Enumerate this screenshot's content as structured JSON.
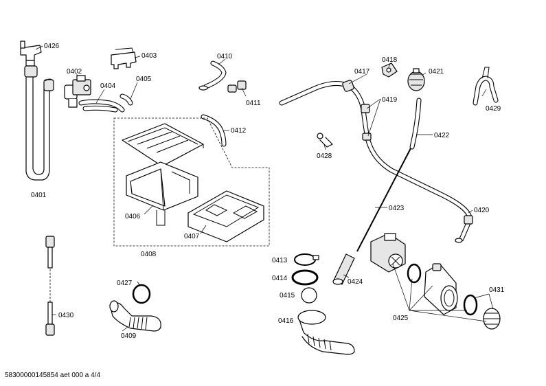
{
  "labels": {
    "p0401": "0401",
    "p0402": "0402",
    "p0403": "0403",
    "p0404": "0404",
    "p0405": "0405",
    "p0406": "0406",
    "p0407": "0407",
    "p0408": "0408",
    "p0409": "0409",
    "p0410": "0410",
    "p0411": "0411",
    "p0412": "0412",
    "p0413": "0413",
    "p0414": "0414",
    "p0415": "0415",
    "p0416": "0416",
    "p0417": "0417",
    "p0418": "0418",
    "p0419": "0419",
    "p0420": "0420",
    "p0421": "0421",
    "p0422": "0422",
    "p0423": "0423",
    "p0424": "0424",
    "p0425": "0425",
    "p0426": "0426",
    "p0427": "0427",
    "p0428": "0428",
    "p0429": "0429",
    "p0430": "0430",
    "p0431": "0431"
  },
  "footer": "58300000145854 aet 000 a 4/4"
}
